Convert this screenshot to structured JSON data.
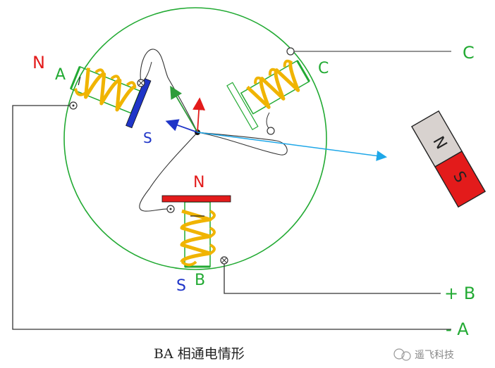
{
  "diagram": {
    "caption": "BA 相通电情形",
    "watermark": "遥飞科技",
    "terminals": {
      "c": "C",
      "plus_b": "+ B",
      "minus_a": "- A"
    },
    "coils": {
      "a": {
        "label": "A",
        "pole_label": "N"
      },
      "b": {
        "label": "B",
        "pole_label": "S"
      },
      "c": {
        "label": "C"
      }
    },
    "pole_plates": {
      "a_face": "S",
      "b_face": "N"
    },
    "magnet": {
      "north": "N",
      "south": "S"
    },
    "colors": {
      "circle": "#22aa33",
      "coil": "#f0b400",
      "north_red": "#e31b1b",
      "south_blue": "#1f35c8",
      "wire": "#222222",
      "resultant_arrow": "#1ea7e8",
      "a_arrow": "#2f9c3a"
    }
  }
}
